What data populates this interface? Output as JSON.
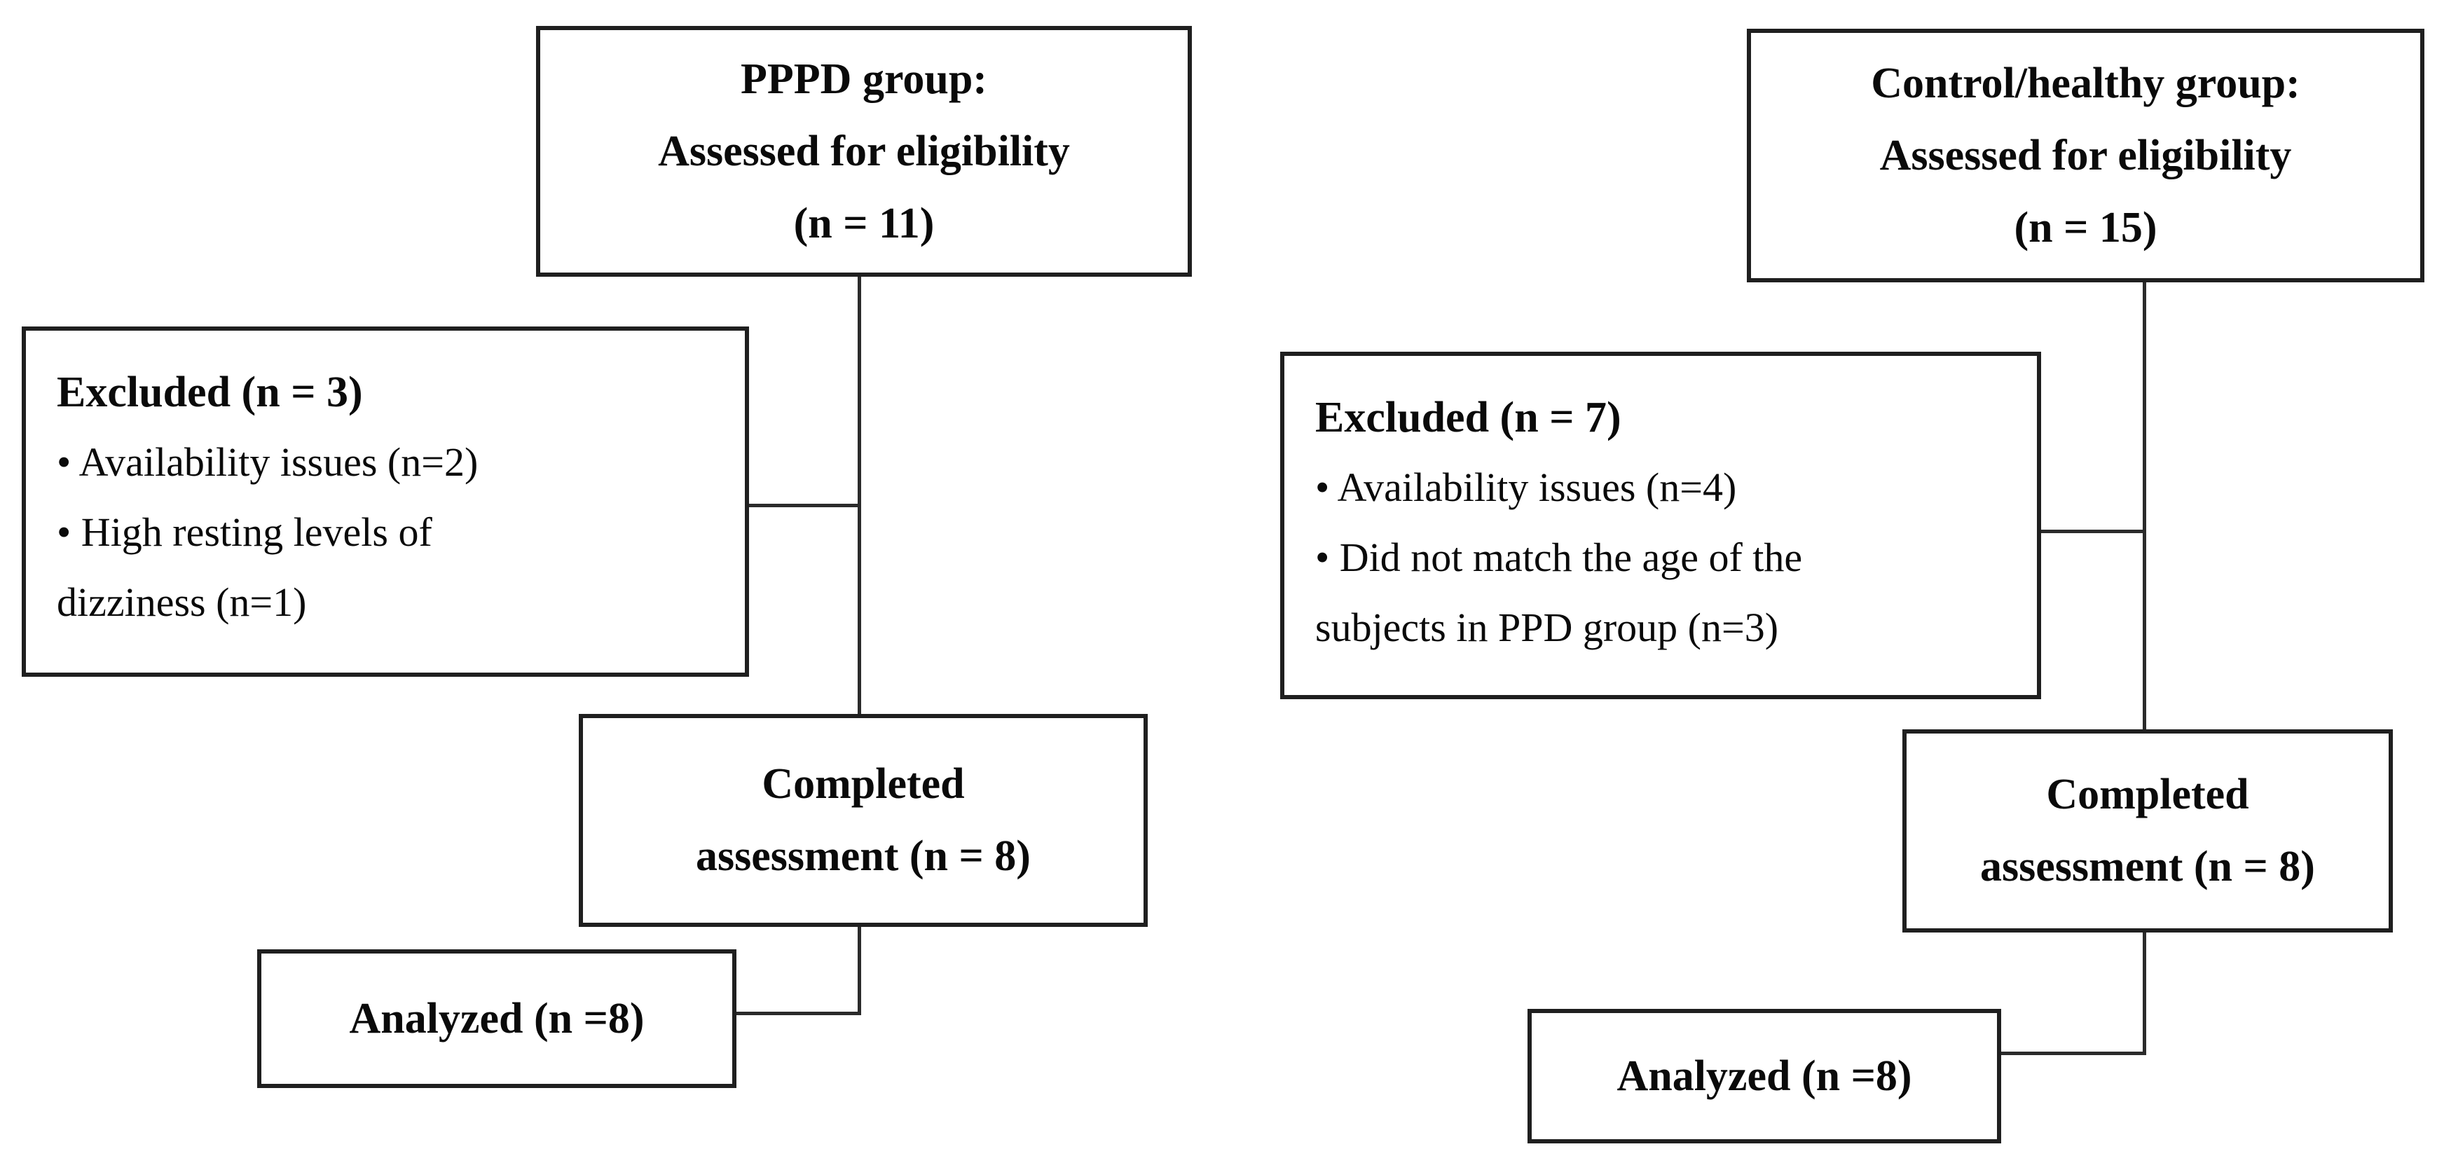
{
  "colors": {
    "background": "#ffffff",
    "box_border": "#1f1f1f",
    "connector": "#2b2b2b",
    "text": "#0a0a0a"
  },
  "flow": {
    "left": {
      "eligibility": {
        "lines": [
          "PPPD group:",
          "Assessed for eligibility",
          "(n = 11)"
        ]
      },
      "excluded": {
        "lines": [
          "Excluded (n = 3)",
          "• Availability issues (n=2)",
          "• High resting levels of",
          "dizziness (n=1)"
        ]
      },
      "completed": {
        "lines": [
          "Completed",
          "assessment (n = 8)"
        ]
      },
      "analyzed": {
        "lines": [
          "Analyzed (n =8)"
        ]
      }
    },
    "right": {
      "eligibility": {
        "lines": [
          "Control/healthy group:",
          "Assessed for eligibility",
          "(n = 15)"
        ]
      },
      "excluded": {
        "lines": [
          "Excluded (n = 7)",
          "• Availability issues (n=4)",
          "• Did not match the age of the",
          "subjects in PPD group (n=3)"
        ]
      },
      "completed": {
        "lines": [
          "Completed",
          "assessment (n = 8)"
        ]
      },
      "analyzed": {
        "lines": [
          "Analyzed (n =8)"
        ]
      }
    }
  }
}
